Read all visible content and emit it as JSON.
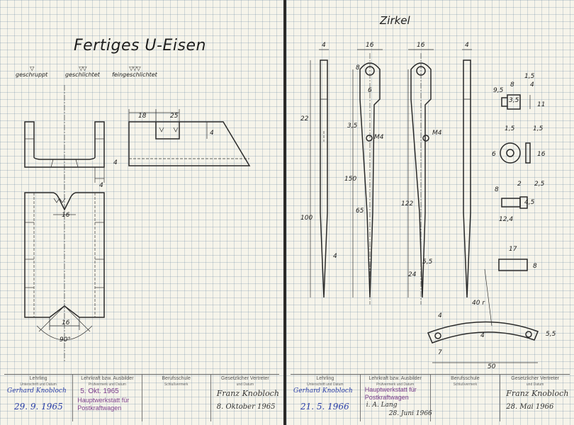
{
  "left_sheet": {
    "title": "Fertiges U-Eisen",
    "finishes": [
      {
        "symbol": "▽",
        "label": "geschruppt"
      },
      {
        "symbol": "▽▽",
        "label": "geschlichtet"
      },
      {
        "symbol": "▽▽▽",
        "label": "feingeschlichtet"
      }
    ],
    "dims": {
      "d18": "18",
      "d25": "25",
      "d4a": "4",
      "d4b": "4",
      "d4c": "4",
      "d16a": "16",
      "d16b": "16",
      "angle": "90°"
    },
    "title_block": {
      "lehrling_head": "Lehrling",
      "lehrling_sub": "Unterschrift und Datum",
      "lehrling_name": "Gerhard Knobloch",
      "lehrling_date": "29. 9. 1965",
      "ausbilder_head": "Lehrkraft bzw. Ausbilder",
      "ausbilder_sub": "Prüfvermerk und Datum",
      "ausbilder_date": "5. Okt. 1965",
      "stamp_line1": "Hauptwerkstatt für",
      "stamp_line2": "Postkraftwagen",
      "berufsschule_head": "Berufsschule",
      "berufsschule_sub": "Schlußvermerk",
      "vertreter_head": "Gesetzlicher Vertreter",
      "vertreter_sub": "und Datum",
      "vertreter_sig": "Franz Knobloch",
      "vertreter_date": "8. Oktober 1965"
    }
  },
  "right_sheet": {
    "title": "Zirkel",
    "dims": {
      "d4a": "4",
      "d16a": "16",
      "d16b": "16",
      "d4b": "4",
      "d8": "8",
      "d6": "6",
      "d22": "22",
      "d35": "3,5",
      "d150": "150",
      "d65": "65",
      "d122": "122",
      "d100": "100",
      "d4c": "4",
      "d24": "24",
      "d55": "5,5",
      "m4a": "M4",
      "m4b": "M4",
      "d18a": "1,5",
      "d8b": "8",
      "d4d": "4",
      "d95": "9,5",
      "d11": "11",
      "d35b": "3,5",
      "d15a": "1,5",
      "d15b": "1,5",
      "d6b": "6",
      "d16c": "16",
      "d8c": "8",
      "d2": "2",
      "d25": "2,5",
      "d45": "4,5",
      "d124": "12,4",
      "d17": "17",
      "d8d": "8",
      "d40r": "40 r",
      "d4e": "4",
      "d4f": "4",
      "d55b": "5,5",
      "d7": "7",
      "d50": "50"
    },
    "title_block": {
      "lehrling_head": "Lehrling",
      "lehrling_sub": "Unterschrift und Datum",
      "lehrling_name": "Gerhard Knobloch",
      "lehrling_date": "21. 5. 1966",
      "ausbilder_head": "Lehrkraft bzw. Ausbilder",
      "ausbilder_sub": "Prüfvermerk und Datum",
      "stamp_line1": "Hauptwerkstatt für",
      "stamp_line2": "Postkraftwagen",
      "ausbilder_sig": "i. A. Lang",
      "ausbilder_date": "28. Juni 1966",
      "berufsschule_head": "Berufsschule",
      "berufsschule_sub": "Schlußvermerk",
      "vertreter_head": "Gesetzlicher Vertreter",
      "vertreter_sub": "und Datum",
      "vertreter_sig": "Franz Knobloch",
      "vertreter_date": "28. Mai 1966"
    }
  }
}
